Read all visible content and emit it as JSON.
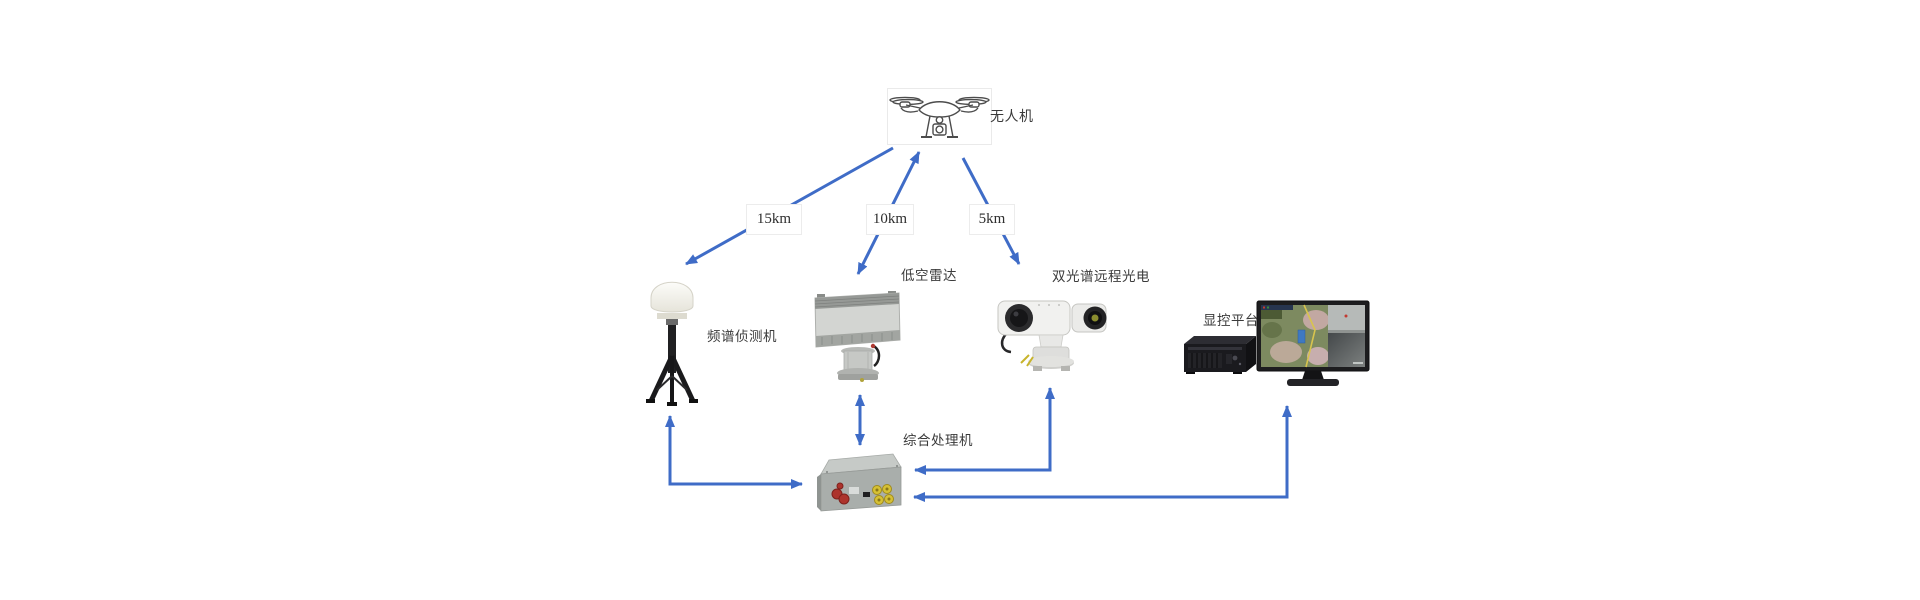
{
  "diagram": {
    "drone_label": "无人机",
    "link_labels": {
      "detector": "15km",
      "radar": "10km",
      "optoelectronic": "5km"
    },
    "device_labels": {
      "spectrum_detector": "频谱侦测机",
      "radar": "低空雷达",
      "optoelectronic": "双光谱远程光电",
      "display_platform": "显控平台",
      "processor": "综合处理机"
    },
    "colors": {
      "arrow_blue": "#3f6cc7",
      "processor_red_connector": "#ad332c",
      "processor_yellow_connector": "#d6c135"
    }
  }
}
